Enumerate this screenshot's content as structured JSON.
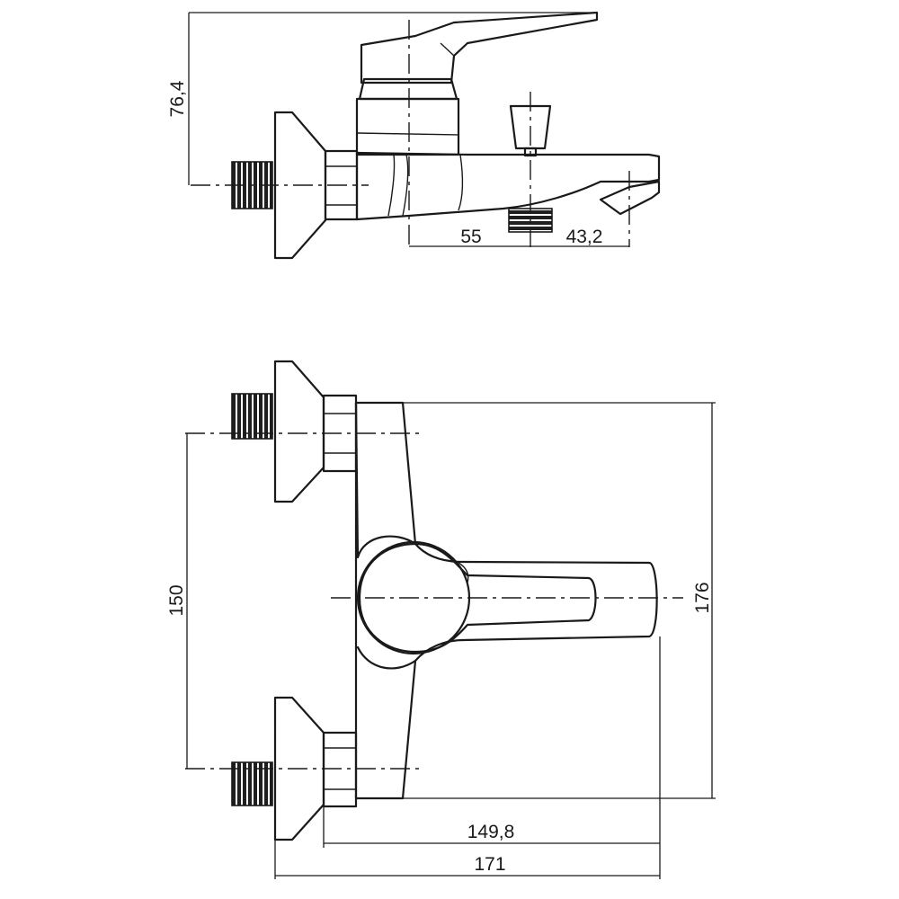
{
  "side_view": {
    "dimensions": {
      "height": "76,4",
      "spout_offset": "55",
      "diverter_offset": "43,2"
    }
  },
  "front_view": {
    "dimensions": {
      "center_distance": "150",
      "body_height": "176",
      "depth_to_body": "149,8",
      "overall_depth": "171"
    }
  },
  "colors": {
    "line": "#1a1a1a",
    "background": "#ffffff"
  }
}
